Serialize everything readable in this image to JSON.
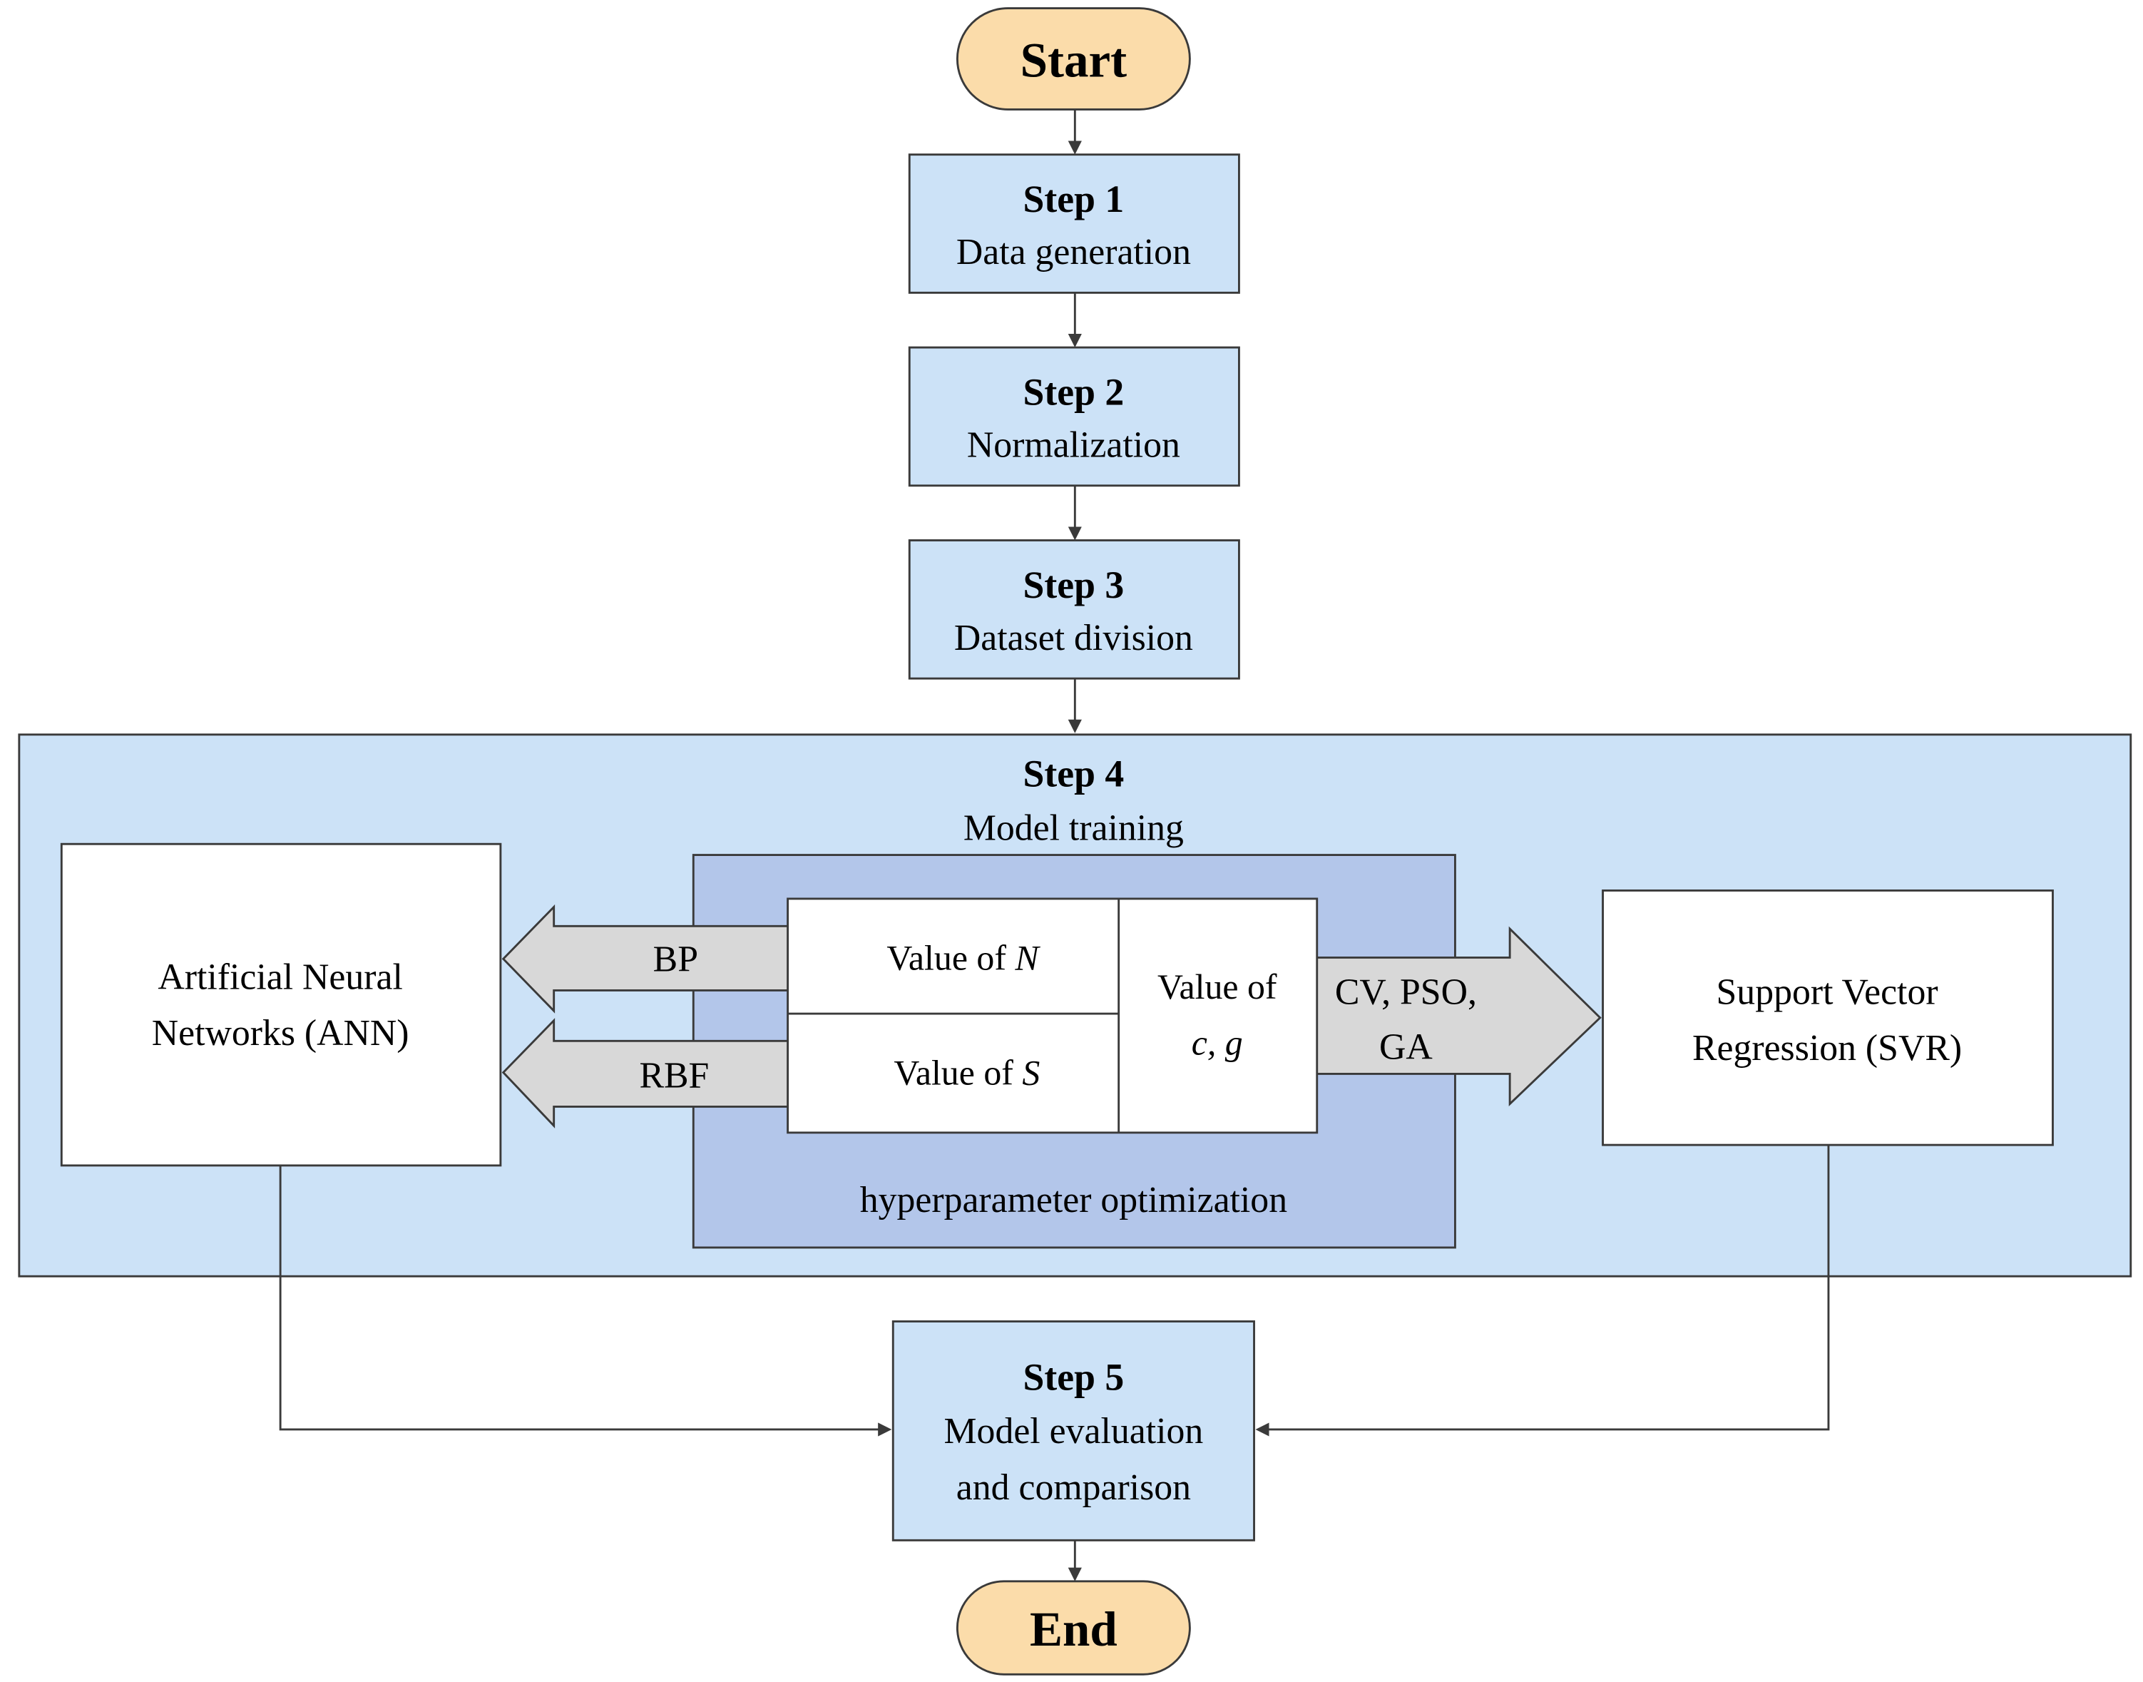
{
  "start": "Start",
  "end": "End",
  "step1": {
    "title": "Step 1",
    "desc": "Data generation"
  },
  "step2": {
    "title": "Step 2",
    "desc": "Normalization"
  },
  "step3": {
    "title": "Step 3",
    "desc": "Dataset division"
  },
  "step4": {
    "title": "Step 4",
    "desc": "Model training"
  },
  "step5": {
    "title": "Step 5",
    "desc_line1": "Model evaluation",
    "desc_line2": "and comparison"
  },
  "ann": {
    "line1": "Artificial Neural",
    "line2": "Networks (ANN)"
  },
  "svr": {
    "line1": "Support Vector",
    "line2": "Regression (SVR)"
  },
  "hyper": {
    "label": "hyperparameter optimization",
    "n_prefix": "Value of ",
    "n_var": "N",
    "s_prefix": "Value of ",
    "s_var": "S",
    "cg_line1": "Value of",
    "cg_line2": "c, g"
  },
  "arrows": {
    "bp": "BP",
    "rbf": "RBF",
    "svr_line1": "CV,  PSO,",
    "svr_line2": "GA"
  },
  "colors": {
    "terminal_fill": "#fbdcaa",
    "step_fill": "#cce2f7",
    "step4_fill": "#cce2f7",
    "hyper_fill": "#b3c6ea",
    "arrow_fill": "#d8d8d8",
    "stroke": "#3a3a3a"
  }
}
